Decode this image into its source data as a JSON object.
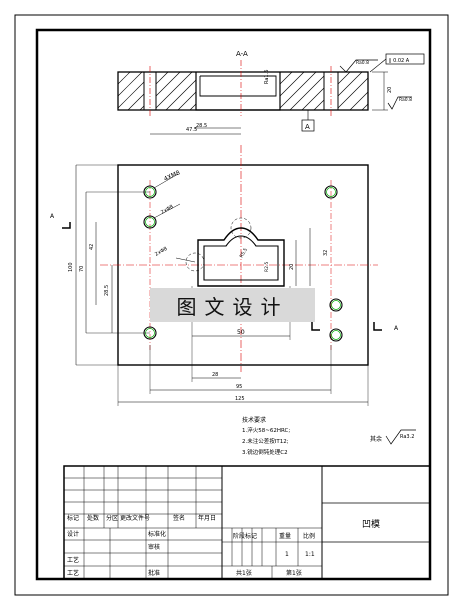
{
  "section_view": {
    "title": "A-A",
    "label_ra16": "Ra1.6",
    "roughness_top": "Ra0.8",
    "parallelism_box": "∥ 0.02 A",
    "height_dim": "20",
    "roughness_right": "Ra0.8",
    "datum_label": "A",
    "dim_47_5": "47.5",
    "dim_28_5": "28.5",
    "section_a_left": "A",
    "section_a_right": "A"
  },
  "plan_view": {
    "holes_note": "4XM8",
    "pin_note": "2xΦ8",
    "pin_note2": "2xΦ8",
    "dim_100": "100",
    "dim_70": "70",
    "dim_42": "42",
    "dim_28_5": "28.5",
    "dim_20": "20",
    "dim_32": "32",
    "dim_r_small": "R2.5",
    "dim_r_mid": "R5.5",
    "dim_50": "50",
    "dim_28": "28",
    "dim_95": "95",
    "dim_125": "125"
  },
  "notes": {
    "heading": "技术要求",
    "line1": "1.淬火58~62HRC;",
    "line2": "2.未注公差按IT12;",
    "line3": "3.锐边倒钝处理C2"
  },
  "surface_finish": {
    "prefix": "其余",
    "value": "Ra3.2"
  },
  "watermark": "图文设计",
  "title_block": {
    "part_name": "凹模",
    "row_labels": [
      "标记",
      "处数",
      "分区",
      "更改文件号",
      "签名",
      "年月日"
    ],
    "design": "设计",
    "standardize": "标准化",
    "review": "审核",
    "process": "工艺",
    "approve": "批准",
    "stage_mark": "阶段标记",
    "weight": "重量",
    "scale": "比例",
    "weight_value": "1",
    "scale_value": "1:1",
    "sheets_total": "共1张",
    "sheet_no": "第1张"
  }
}
